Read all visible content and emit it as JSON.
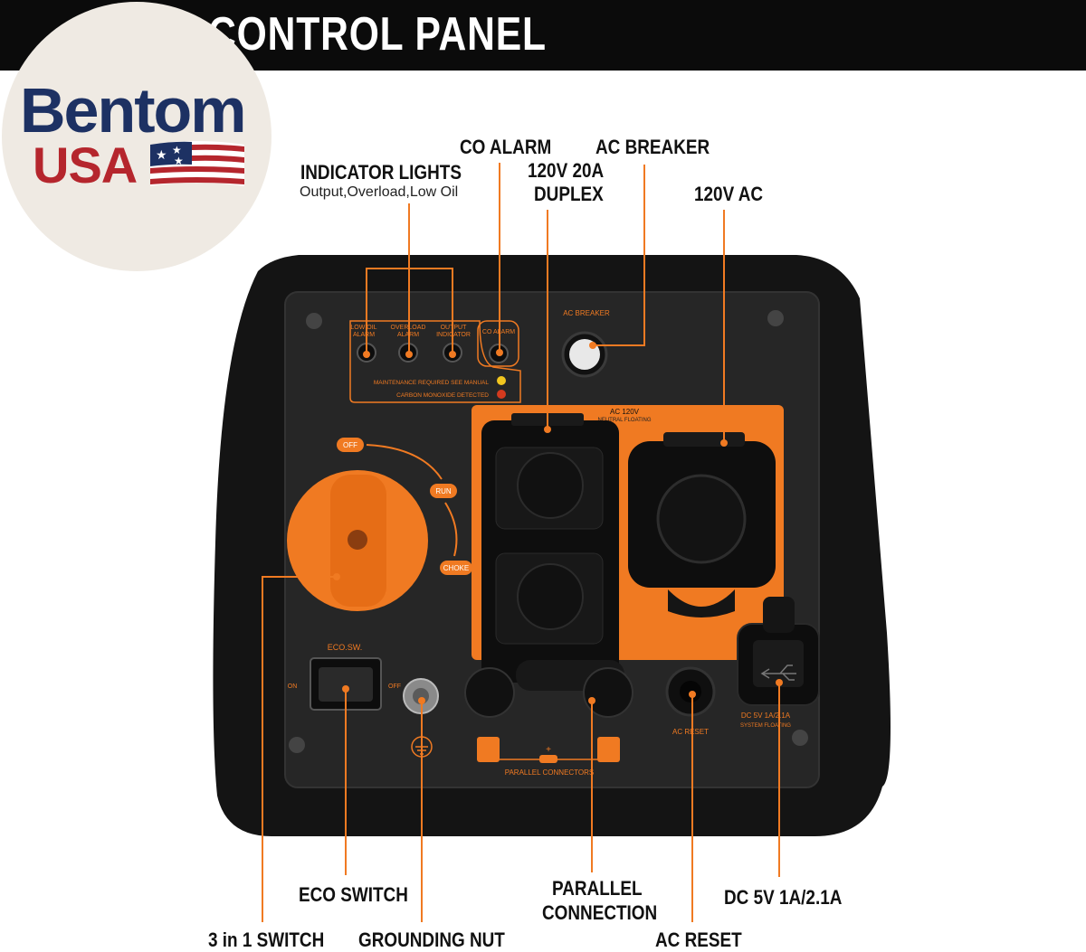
{
  "banner": {
    "title": "CONTROL PANEL"
  },
  "logo": {
    "brand_line1": "Bentom",
    "brand_line2": "USA"
  },
  "callouts": {
    "indicator_lights": "INDICATOR LIGHTS",
    "indicator_lights_sub": "Output,Overload,Low Oil",
    "co_alarm": "CO ALARM",
    "ac_breaker": "AC BREAKER",
    "duplex_line1": "120V 20A",
    "duplex_line2": "DUPLEX",
    "ac_120v": "120V AC",
    "eco_switch": "ECO SWITCH",
    "three_in_one": "3 in 1 SWITCH",
    "grounding_nut": "GROUNDING NUT",
    "parallel_line1": "PARALLEL",
    "parallel_line2": "CONNECTION",
    "ac_reset": "AC RESET",
    "dc_5v": "DC 5V 1A/2.1A"
  },
  "panel": {
    "low_oil": "LOW OIL",
    "alarm": "ALARM",
    "overload": "OVERLOAD",
    "output": "OUTPUT",
    "indicator": "INDICATOR",
    "co_alarm": "CO ALARM",
    "maintenance": "MAINTENANCE REQUIRED SEE MANUAL",
    "carbon": "CARBON MONOXIDE DETECTED",
    "ac_breaker": "AC BREAKER",
    "ac_120v": "AC 120V",
    "neutral": "NEUTRAL FLOATING",
    "off": "OFF",
    "run": "RUN",
    "choke": "CHOKE",
    "eco_sw": "ECO.SW.",
    "on": "ON",
    "off_small": "OFF",
    "parallel_connectors": "PARALLEL CONNECTORS",
    "ac_reset": "AC RESET",
    "dc_label": "DC 5V 1A/2.1A",
    "system_floating": "SYSTEM FLOATING",
    "plus": "+"
  },
  "colors": {
    "accent": "#f07a22",
    "banner": "#0b0b0b",
    "brand_blue": "#1d3163",
    "brand_red": "#b5262d",
    "panel": "#1c1c1c"
  }
}
